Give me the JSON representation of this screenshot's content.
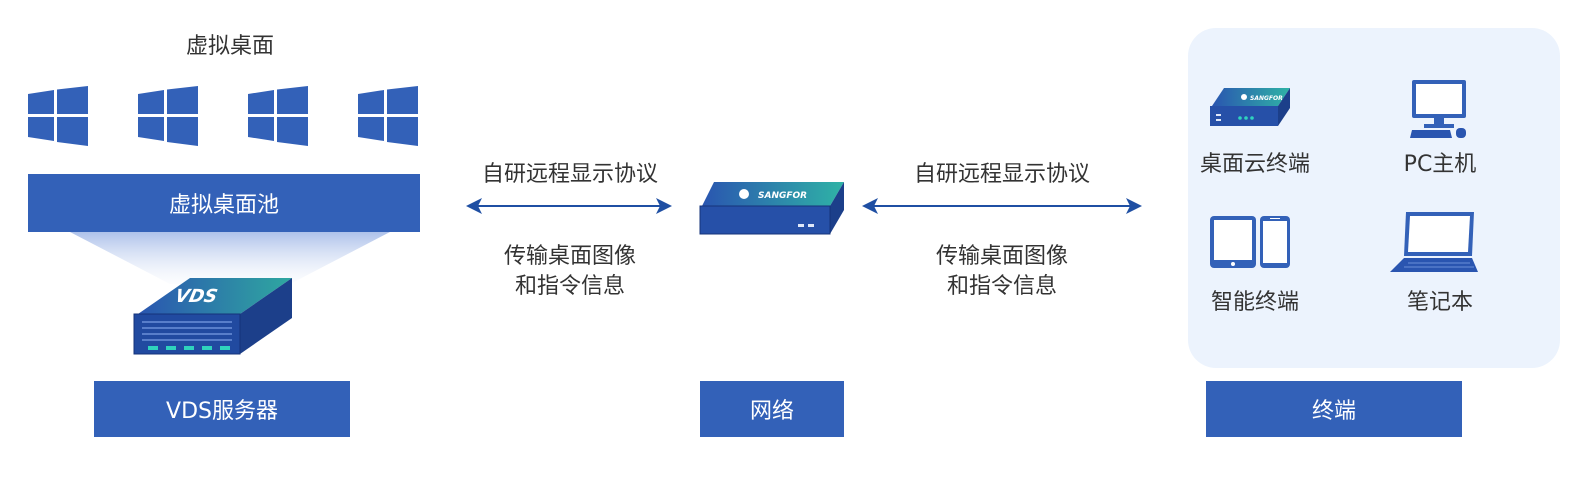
{
  "left": {
    "title": "虚拟桌面",
    "pool_label": "虚拟桌面池",
    "server_label": "VDS",
    "bottom_label": "VDS服务器"
  },
  "link_left": {
    "protocol": "自研远程显示协议",
    "desc_line1": "传输桌面图像",
    "desc_line2": "和指令信息"
  },
  "middle": {
    "device_brand": "SANGFOR",
    "bottom_label": "网络"
  },
  "link_right": {
    "protocol": "自研远程显示协议",
    "desc_line1": "传输桌面图像",
    "desc_line2": "和指令信息"
  },
  "terminals": {
    "items": [
      {
        "label": "桌面云终端",
        "icon": "thin-client-icon"
      },
      {
        "label": "PC主机",
        "icon": "pc-icon"
      },
      {
        "label": "智能终端",
        "icon": "tablet-phone-icon"
      },
      {
        "label": "笔记本",
        "icon": "laptop-icon"
      }
    ],
    "device_brand": "SANGFOR",
    "bottom_label": "终端"
  },
  "colors": {
    "primary": "#3361b8",
    "arrow": "#1f4fa3",
    "panel_bg": "#ecf3fd",
    "accent_teal": "#2fb3a6"
  }
}
